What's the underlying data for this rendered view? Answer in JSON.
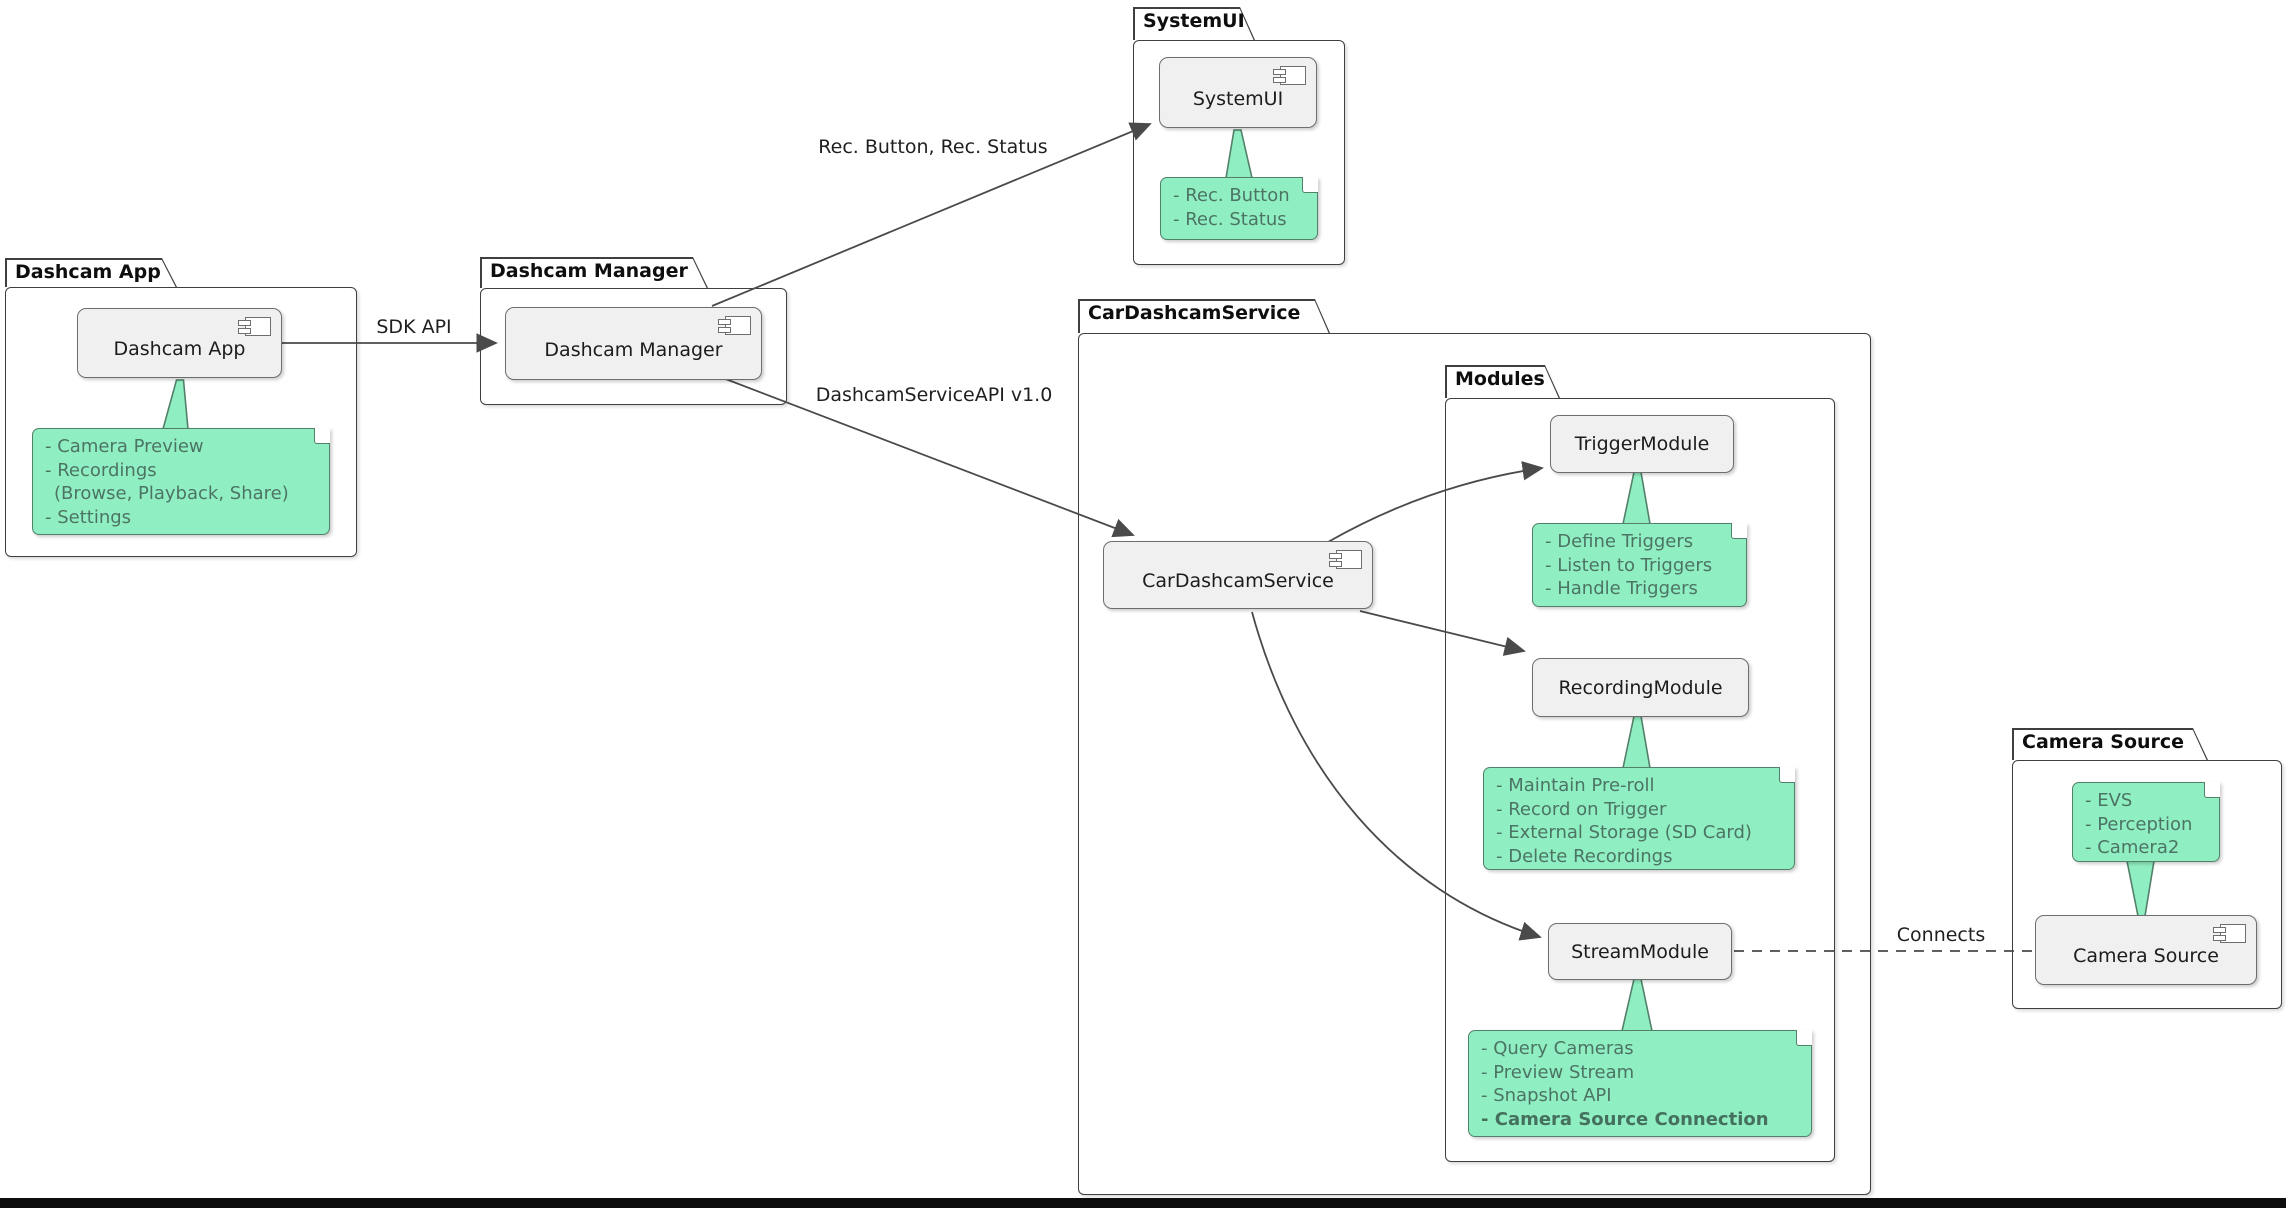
{
  "packages": {
    "dashcam_app": {
      "title": "Dashcam App"
    },
    "dashcam_manager": {
      "title": "Dashcam Manager"
    },
    "systemui": {
      "title": "SystemUI"
    },
    "car_dashcam_service": {
      "title": "CarDashcamService"
    },
    "modules": {
      "title": "Modules"
    },
    "camera_source": {
      "title": "Camera Source"
    }
  },
  "components": {
    "dashcam_app": {
      "label": "Dashcam App"
    },
    "dashcam_manager": {
      "label": "Dashcam Manager"
    },
    "systemui": {
      "label": "SystemUI"
    },
    "car_dashcam_service": {
      "label": "CarDashcamService"
    },
    "trigger_module": {
      "label": "TriggerModule"
    },
    "recording_module": {
      "label": "RecordingModule"
    },
    "stream_module": {
      "label": "StreamModule"
    },
    "camera_source": {
      "label": "Camera Source"
    }
  },
  "notes": {
    "dashcam_app": {
      "lines": [
        "- Camera Preview",
        "- Recordings",
        "(Browse, Playback, Share)",
        "- Settings"
      ]
    },
    "systemui": {
      "lines": [
        "- Rec. Button",
        "- Rec. Status"
      ]
    },
    "trigger_module": {
      "lines": [
        "- Define Triggers",
        "- Listen to Triggers",
        "- Handle Triggers"
      ]
    },
    "recording_module": {
      "lines": [
        "- Maintain Pre-roll",
        "- Record on Trigger",
        "- External Storage (SD Card)",
        "- Delete Recordings"
      ]
    },
    "stream_module": {
      "lines": [
        "- Query Cameras",
        "- Preview Stream",
        "- Snapshot API",
        "- Camera Source Connection"
      ]
    },
    "camera_source": {
      "lines": [
        "- EVS",
        "- Perception",
        "- Camera2"
      ]
    }
  },
  "edges": {
    "sdk_api": {
      "label": "SDK API"
    },
    "rec_button_status": {
      "label": "Rec. Button, Rec. Status"
    },
    "dashcam_service_api": {
      "label": "DashcamServiceAPI v1.0"
    },
    "connects": {
      "label": "Connects"
    }
  },
  "colors": {
    "note_fill": "#90efc2",
    "note_border": "#53806a",
    "note_text": "#4c7464",
    "component_fill": "#f0f0f0",
    "component_border": "#6e6e6e",
    "package_border": "#3f3f3f",
    "connector": "#4a4a4a",
    "bottom_bar": "#0d0d0d"
  }
}
